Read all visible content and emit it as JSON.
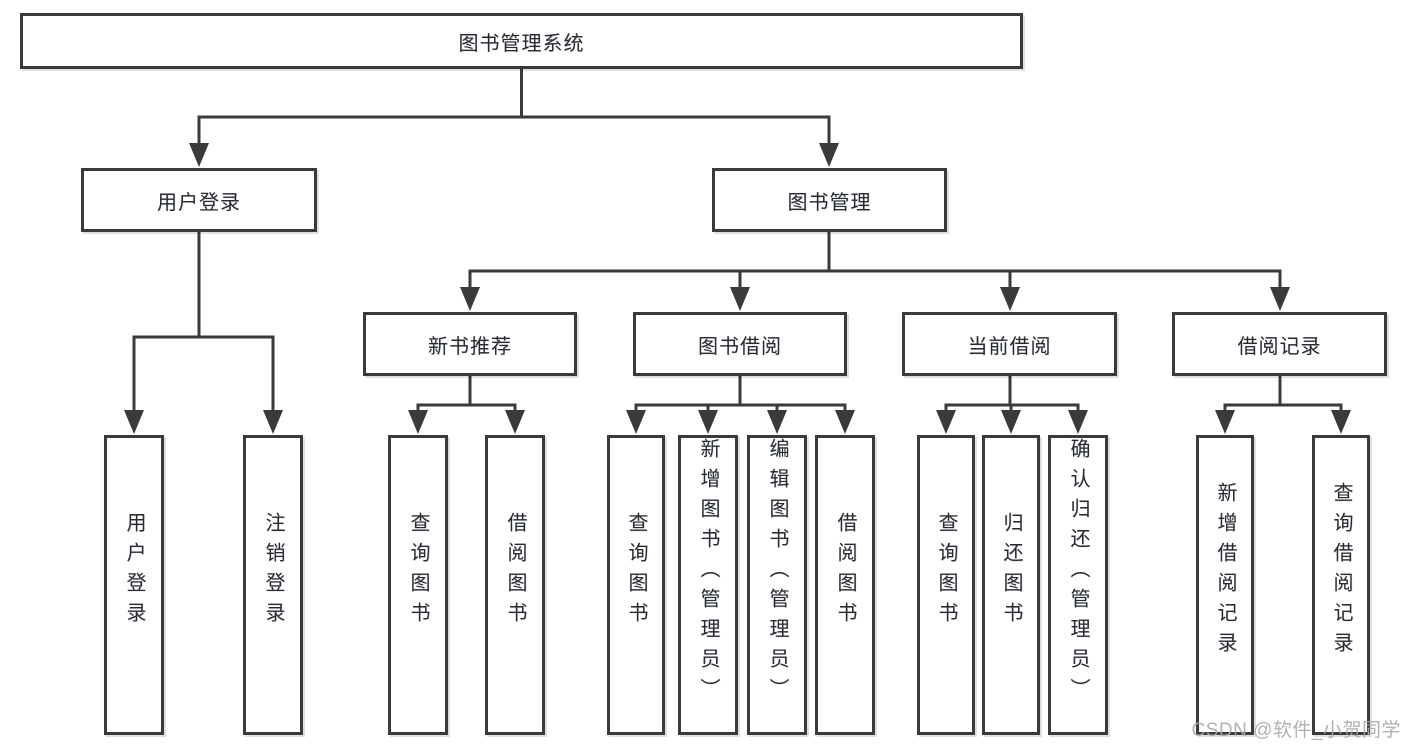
{
  "diagram": {
    "type": "tree",
    "direction": "top-down",
    "hierarchy": {
      "label": "图书管理系统",
      "children": [
        {
          "label": "用户登录",
          "children": [
            {
              "label": "用户登录"
            },
            {
              "label": "注销登录"
            }
          ]
        },
        {
          "label": "图书管理",
          "children": [
            {
              "label": "新书推荐",
              "children": [
                {
                  "label": "查询图书"
                },
                {
                  "label": "借阅图书"
                }
              ]
            },
            {
              "label": "图书借阅",
              "children": [
                {
                  "label": "查询图书"
                },
                {
                  "label": "新增图书（管理员）"
                },
                {
                  "label": "编辑图书（管理员）"
                },
                {
                  "label": "借阅图书"
                }
              ]
            },
            {
              "label": "当前借阅",
              "children": [
                {
                  "label": "查询图书"
                },
                {
                  "label": "归还图书"
                },
                {
                  "label": "确认归还（管理员）"
                }
              ]
            },
            {
              "label": "借阅记录",
              "children": [
                {
                  "label": "新增借阅记录"
                },
                {
                  "label": "查询借阅记录"
                }
              ]
            }
          ]
        }
      ]
    },
    "colors": {
      "line": "#3a3a3a",
      "box_border": "#3a3a3a",
      "box_fill": "#ffffff",
      "text": "#2b2b2b",
      "background": "#ffffff",
      "watermark": "#a8a8ad"
    }
  },
  "watermark": {
    "text": "CSDN @软件_小贺同学"
  }
}
